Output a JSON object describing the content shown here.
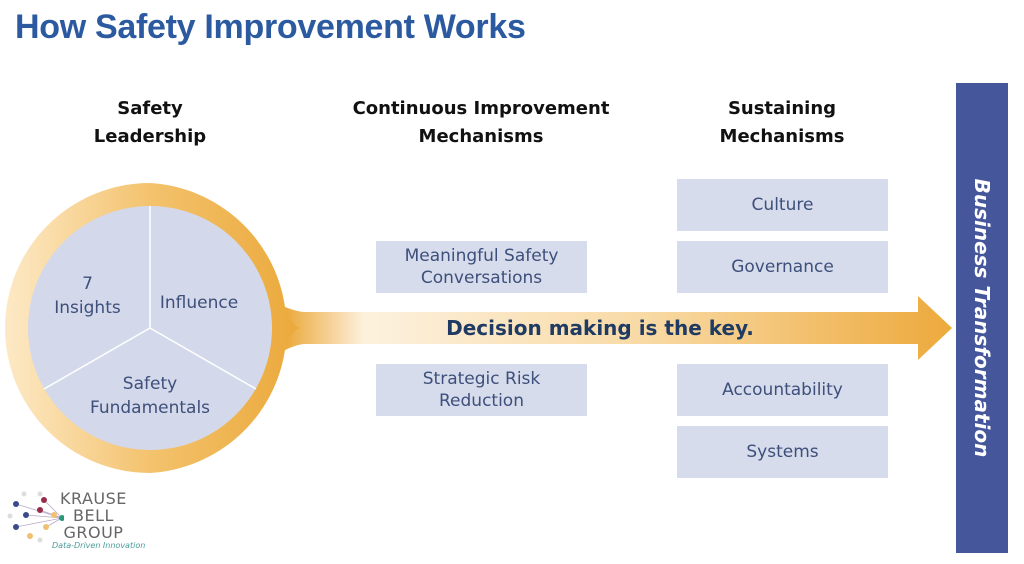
{
  "title": "How Safety Improvement Works",
  "columns": {
    "leadership": {
      "line1": "Safety",
      "line2": "Leadership"
    },
    "continuous": {
      "line1": "Continuous Improvement",
      "line2": "Mechanisms"
    },
    "sustaining": {
      "line1": "Sustaining",
      "line2": "Mechanisms"
    }
  },
  "circle": {
    "segments": [
      {
        "line1": "7",
        "line2": "Insights"
      },
      {
        "line1": "Influence"
      },
      {
        "line1": "Safety",
        "line2": "Fundamentals"
      }
    ]
  },
  "arrow": {
    "label": "Decision making is the key."
  },
  "continuous_boxes": [
    {
      "line1": "Meaningful Safety",
      "line2": "Conversations"
    },
    {
      "line1": "Strategic Risk",
      "line2": "Reduction"
    }
  ],
  "sustaining_boxes": [
    "Culture",
    "Governance",
    "Accountability",
    "Systems"
  ],
  "outcome": {
    "label": "Business Transformation"
  },
  "logo": {
    "line1": "KRAUSE",
    "line2": "BELL",
    "line3": "GROUP",
    "tagline": "Data-Driven Innovation"
  },
  "colors": {
    "title": "#2c5aa0",
    "box_fill": "#d6dcec",
    "box_text": "#3d4f7a",
    "arrow": "#eeb24a",
    "outcome_bar": "#45569a"
  }
}
